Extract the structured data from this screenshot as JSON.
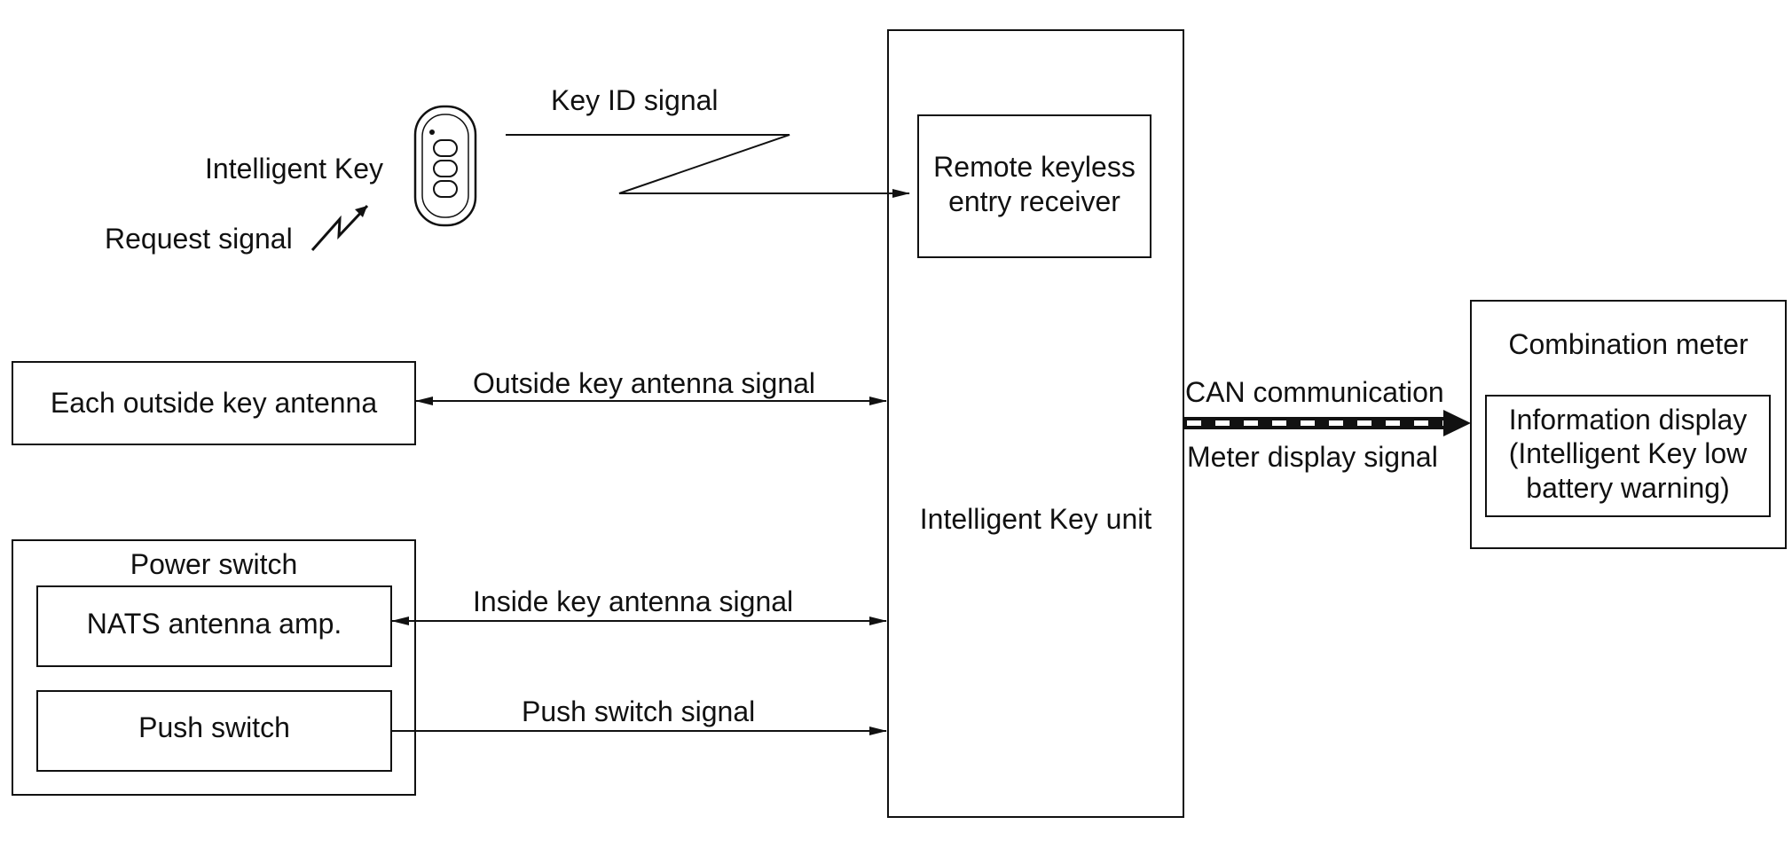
{
  "labels": {
    "intelligent_key": "Intelligent Key",
    "request_signal": "Request signal",
    "key_id_signal": "Key ID signal",
    "rke_receiver_line1": "Remote keyless",
    "rke_receiver_line2": "entry receiver",
    "outside_antenna": "Each outside key antenna",
    "outside_antenna_signal": "Outside key antenna signal",
    "power_switch": "Power switch",
    "nats_amp": "NATS antenna amp.",
    "inside_antenna_signal": "Inside key antenna signal",
    "push_switch": "Push switch",
    "push_switch_signal": "Push switch signal",
    "ik_unit": "Intelligent Key unit",
    "can_communication": "CAN communication",
    "meter_display_signal": "Meter display signal",
    "combination_meter": "Combination meter",
    "info_display_line1": "Information display",
    "info_display_line2": "(Intelligent Key low",
    "info_display_line3": "battery warning)"
  }
}
